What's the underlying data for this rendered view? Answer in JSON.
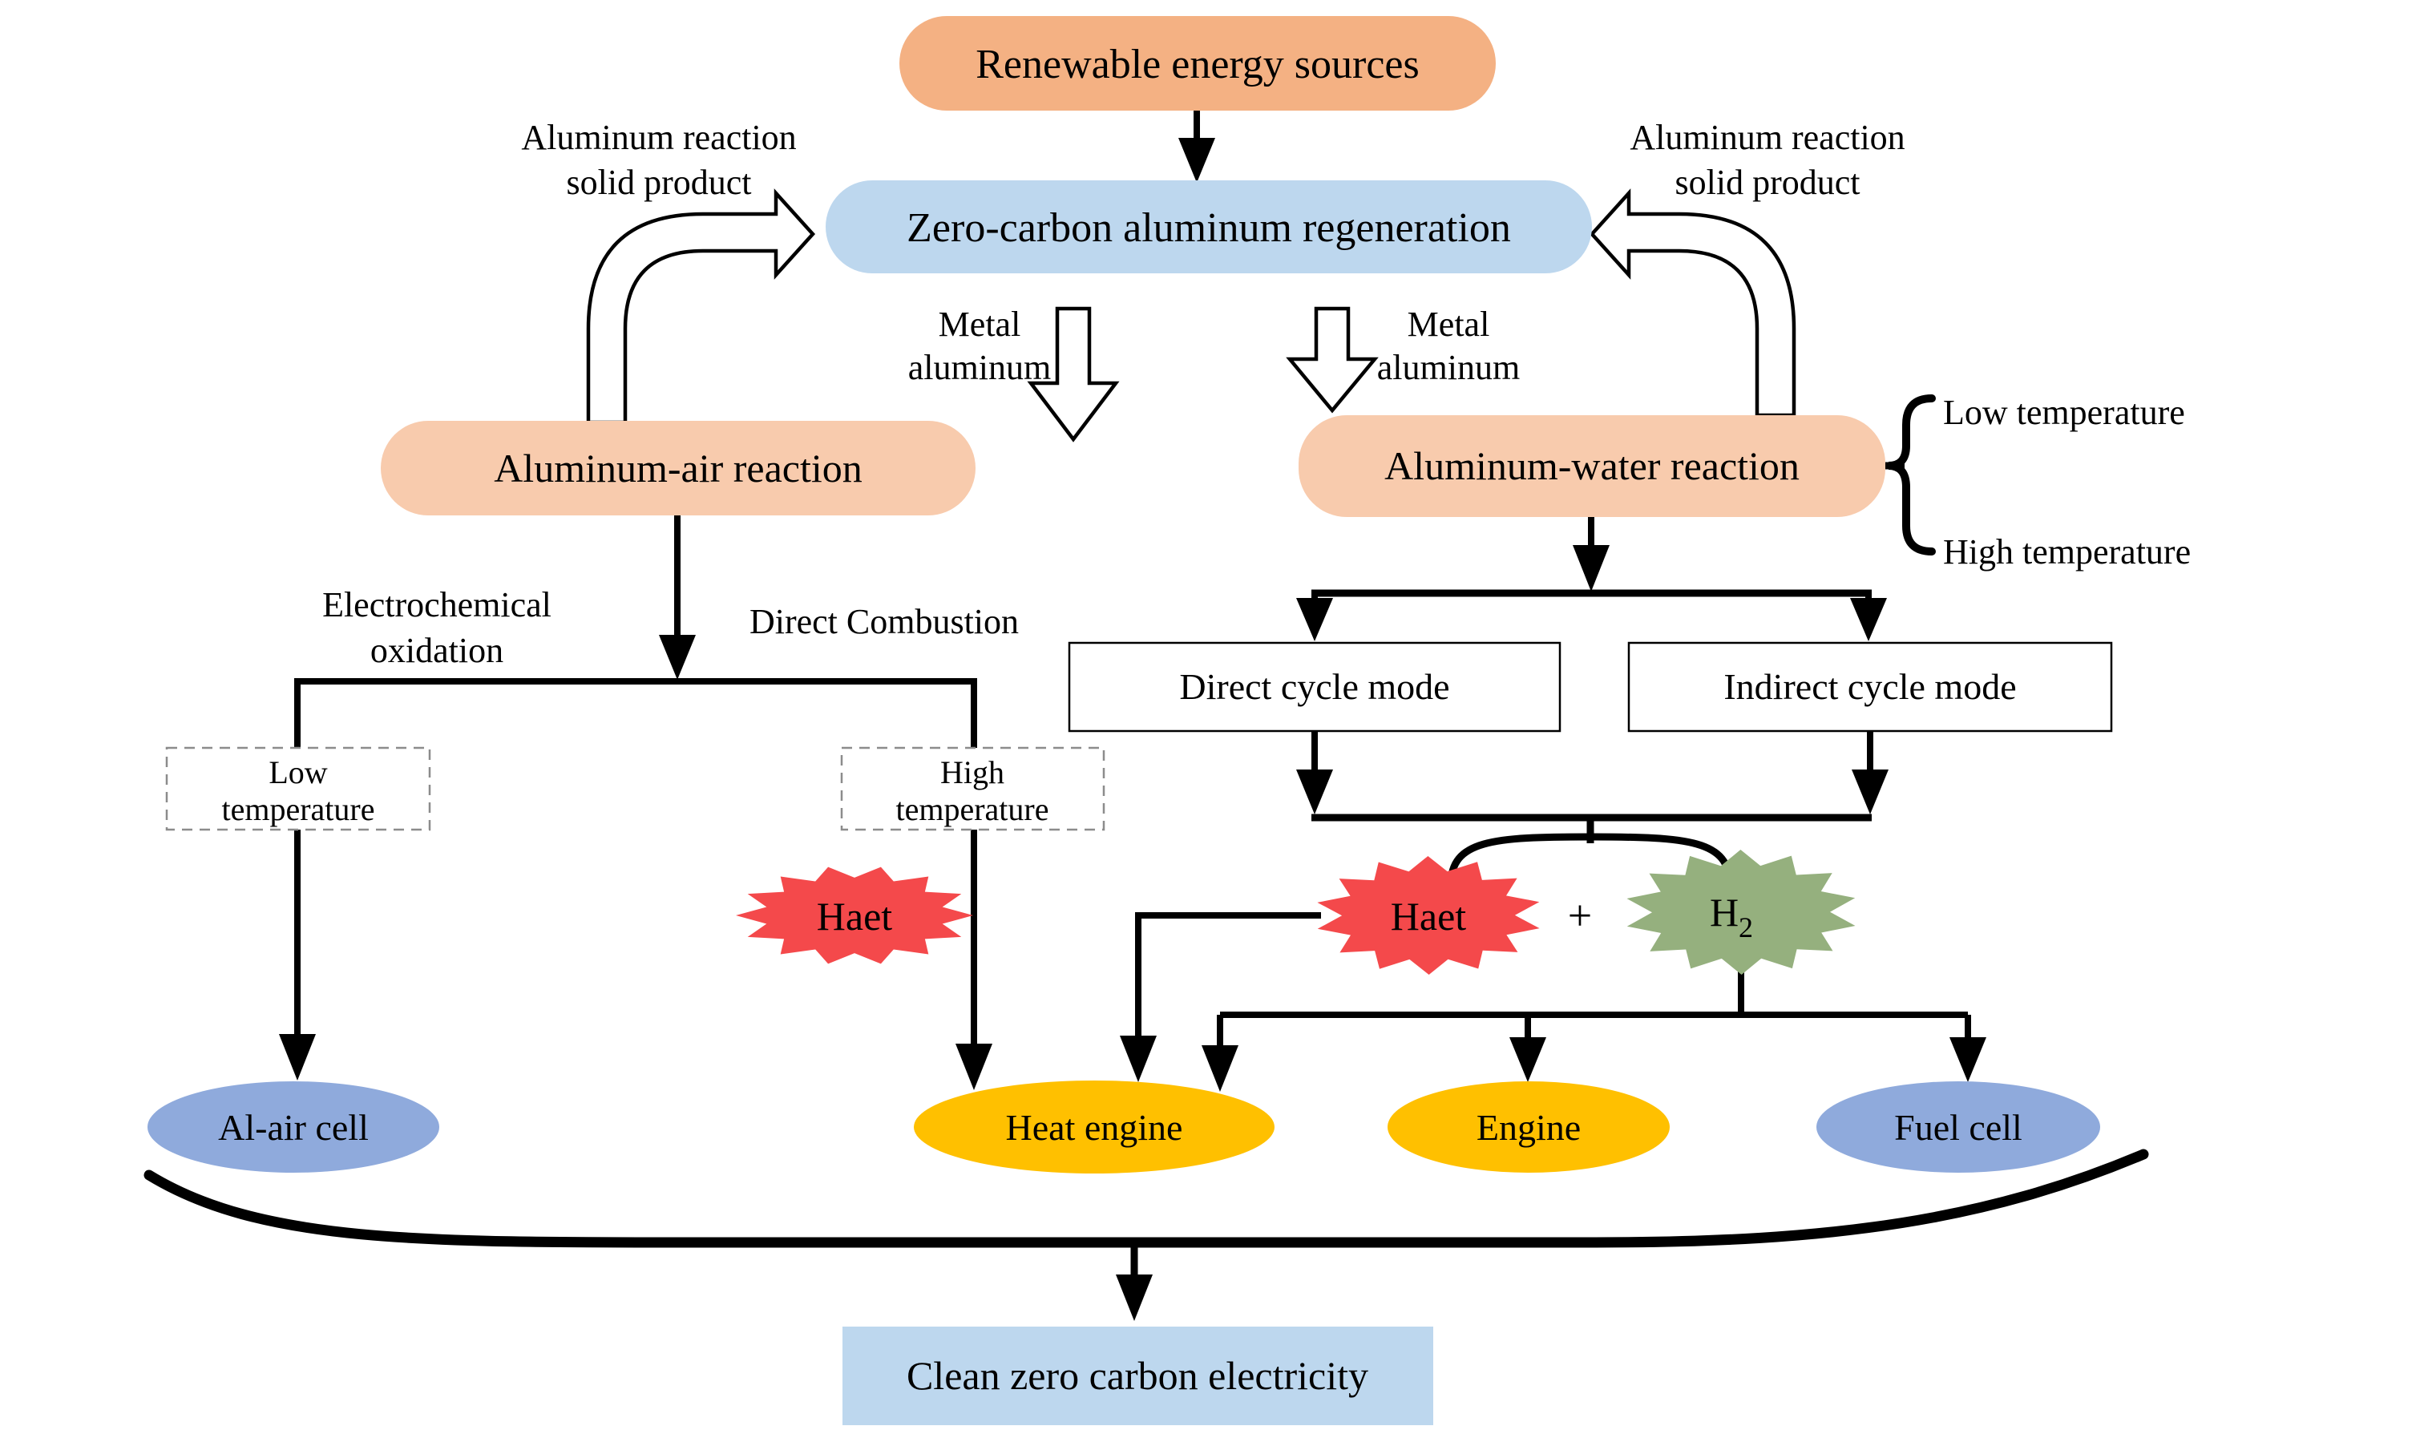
{
  "diagram": {
    "nodes": {
      "renewable": "Renewable energy sources",
      "regeneration": "Zero-carbon aluminum regeneration",
      "al_air": "Aluminum-air reaction",
      "al_water": "Aluminum-water reaction",
      "direct_cycle": "Direct cycle mode",
      "indirect_cycle": "Indirect cycle mode",
      "al_air_cell": "Al-air cell",
      "heat_engine": "Heat engine",
      "engine": "Engine",
      "fuel_cell": "Fuel cell",
      "clean_electricity": "Clean zero carbon electricity",
      "heat_burst": "Haet",
      "plus": "+",
      "h2_base": "H",
      "h2_sub": "2"
    },
    "labels": {
      "al_reaction_line1": "Aluminum reaction",
      "al_reaction_line2": "solid product",
      "metal_line1": "Metal",
      "metal_line2": "aluminum",
      "electro_line1": "Electrochemical",
      "electro_line2": "oxidation",
      "direct_combustion": "Direct Combustion",
      "low_temp_line1": "Low",
      "low_temp_line2": "temperature",
      "high_temp_line1": "High",
      "high_temp_line2": "temperature",
      "low_temp_right": "Low temperature",
      "high_temp_right": "High temperature"
    },
    "colors": {
      "orange": "#F4B183",
      "peach": "#F8CBAD",
      "light_blue": "#BDD7EE",
      "gold": "#FFC000",
      "periwinkle": "#8FAADC",
      "red": "#F4494B",
      "green": "#95B07E"
    }
  }
}
